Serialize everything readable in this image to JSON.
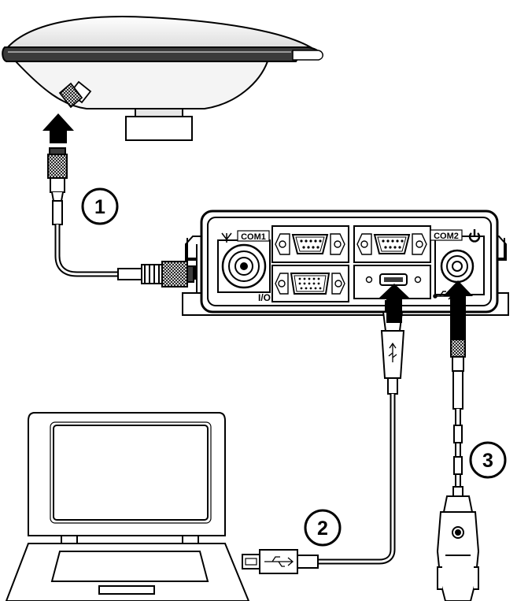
{
  "diagram": {
    "callouts": {
      "c1": "1",
      "c2": "2",
      "c3": "3"
    },
    "ports": {
      "com1": "COM1",
      "com2": "COM2",
      "io": "I/O"
    },
    "icons": {
      "antenna_port": "antenna-symbol-icon",
      "power_port": "power-symbol-icon",
      "usb_port": "usb-symbol-icon"
    },
    "colors": {
      "outline": "#000000",
      "fill_light": "#f7f7f7",
      "fill_mid": "#c8c8c8",
      "fill_dark": "#3a3a3a",
      "arrow": "#000000"
    }
  }
}
